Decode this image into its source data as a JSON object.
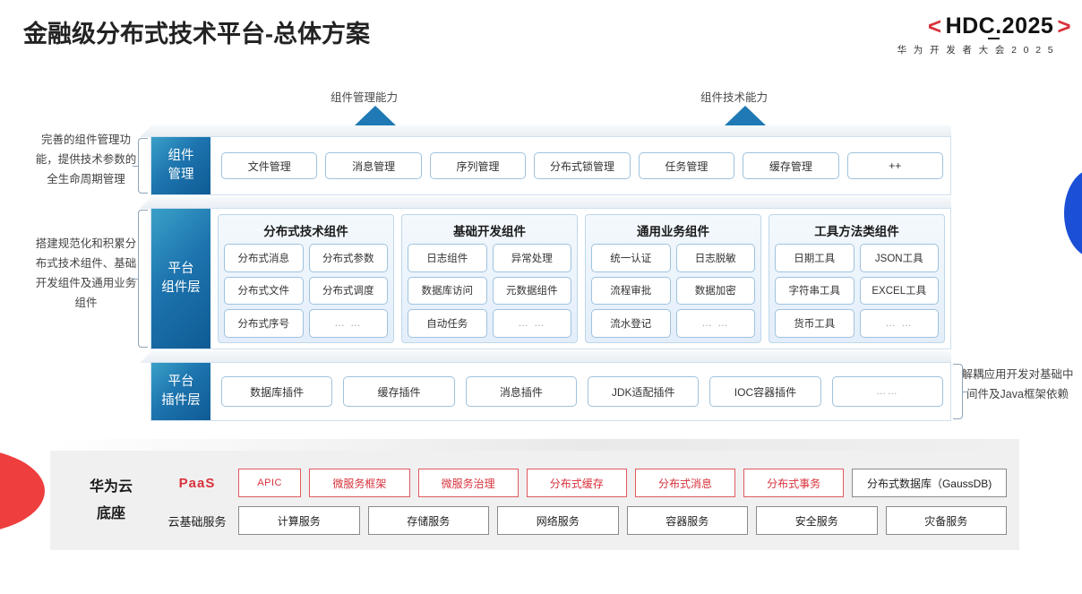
{
  "header": {
    "title": "金融级分布式技术平台-总体方案",
    "logo_left_bracket": "<",
    "logo_text": "HDC.2025",
    "logo_right_bracket": ">",
    "logo_sub": "华 为 开 发 者 大 会 2 0 2 5"
  },
  "arrows": [
    {
      "label": "组件管理能力"
    },
    {
      "label": "组件技术能力"
    }
  ],
  "side_notes": {
    "left_top": "完善的组件管理功能，提供技术参数的全生命周期管理",
    "left_mid": "搭建规范化和积累分布式技术组件、基础开发组件及通用业务组件",
    "right": "解耦应用开发对基础中间件及Java框架依赖"
  },
  "layers": {
    "manage": {
      "label_line1": "组件",
      "label_line2": "管理",
      "chips": [
        "文件管理",
        "消息管理",
        "序列管理",
        "分布式锁管理",
        "任务管理",
        "缓存管理",
        "++"
      ]
    },
    "platform": {
      "label_line1": "平台",
      "label_line2": "组件层",
      "groups": [
        {
          "title": "分布式技术组件",
          "items": [
            "分布式消息",
            "分布式参数",
            "分布式文件",
            "分布式调度",
            "分布式序号",
            "… …"
          ]
        },
        {
          "title": "基础开发组件",
          "items": [
            "日志组件",
            "异常处理",
            "数据库访问",
            "元数据组件",
            "自动任务",
            "… …"
          ]
        },
        {
          "title": "通用业务组件",
          "items": [
            "统一认证",
            "日志脱敏",
            "流程审批",
            "数据加密",
            "流水登记",
            "… …"
          ]
        },
        {
          "title": "工具方法类组件",
          "items": [
            "日期工具",
            "JSON工具",
            "字符串工具",
            "EXCEL工具",
            "货币工具",
            "… …"
          ]
        }
      ]
    },
    "plugin": {
      "label_line1": "平台",
      "label_line2": "插件层",
      "chips": [
        "数据库插件",
        "缓存插件",
        "消息插件",
        "JDK适配插件",
        "IOC容器插件",
        "……"
      ]
    }
  },
  "base": {
    "title_line1": "华为云",
    "title_line2": "底座",
    "paas_label": "PaaS",
    "paas_chips": [
      "APIC",
      "微服务框架",
      "微服务治理",
      "分布式缓存",
      "分布式消息",
      "分布式事务"
    ],
    "paas_db_chip": "分布式数据库（GaussDB)",
    "cloud_label": "云基础服务",
    "cloud_chips": [
      "计算服务",
      "存储服务",
      "网络服务",
      "容器服务",
      "安全服务",
      "灾备服务"
    ]
  },
  "colors": {
    "brand_red": "#d8323c",
    "brand_blue": "#1e79b4",
    "layer_blue_dark": "#0f5b95",
    "base_gray": "#f0f0f0"
  }
}
